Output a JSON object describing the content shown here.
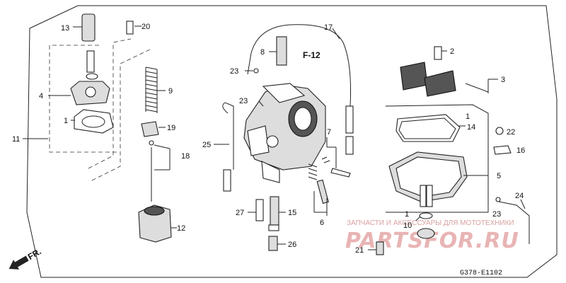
{
  "diagram": {
    "section_ref": "F-12",
    "code": "G378-E1102",
    "front_marker": "FR.",
    "watermark_top": "ЗАПЧАСТИ И АКСЕССУАРЫ ДЛЯ МОТОТЕХНИКИ",
    "watermark_logo": "PARTSFOR.RU",
    "callouts": {
      "c1a": "1",
      "c1b": "1",
      "c1c": "1",
      "c2": "2",
      "c3": "3",
      "c4": "4",
      "c5": "5",
      "c6": "6",
      "c7": "7",
      "c8": "8",
      "c9": "9",
      "c10": "10",
      "c11": "11",
      "c12": "12",
      "c13": "13",
      "c14": "14",
      "c15": "15",
      "c16": "16",
      "c17": "17",
      "c18": "18",
      "c19": "19",
      "c20": "20",
      "c21": "21",
      "c22": "22",
      "c23a": "23",
      "c23b": "23",
      "c23c": "23",
      "c24": "24",
      "c25": "25",
      "c26": "26",
      "c27": "27"
    }
  }
}
